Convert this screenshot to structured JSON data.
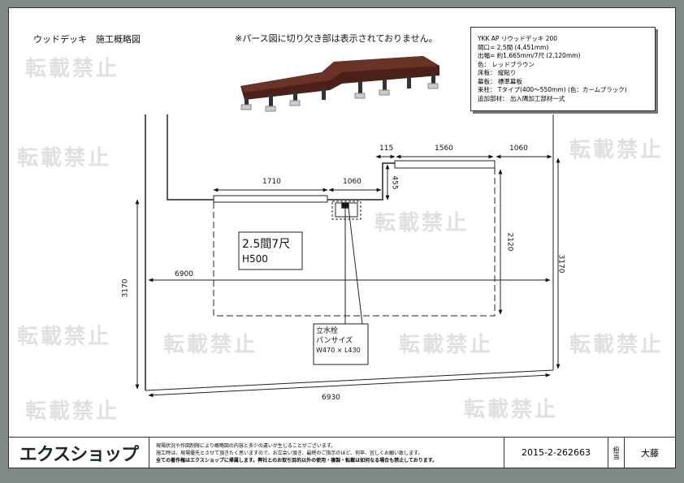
{
  "title": "ウッドデッキ　施工概略図",
  "note": "※パース図に切り欠き部は表示されておりません。",
  "watermark": "転載禁止",
  "spec": [
    "YKK AP リウッドデッキ 200",
    "間口= 2.5間 (4,451mm)",
    "出幅= 約1,665mm/7尺 (2,120mm)",
    "色： レッドブラウン",
    "床板： 縦貼り",
    "幕板： 標準幕板",
    "束柱： Tタイプ(400～550mm) (色：カームブラック)",
    "追加部材： 出入隅加工部材一式"
  ],
  "dims": {
    "d1710": "1710",
    "d1060a": "1060",
    "d115": "115",
    "d1560": "1560",
    "d1060b": "1060",
    "d455": "455",
    "d2120": "2120",
    "d3170l": "3170",
    "d3170r": "3170",
    "d6900": "6900",
    "d6930": "6930"
  },
  "deck_label": {
    "size": "2.5間7尺",
    "height": "H500"
  },
  "faucet": {
    "line1": "立水栓",
    "line2": "パンサイズ",
    "line3": "W470 × L430"
  },
  "footer": {
    "logo": "エクスショップ",
    "notes": [
      "現場状況や作図制限により概略図の内容と多少の違いが生じることがございます。",
      "施工時は、現場優先とさせて頂きたく思いますので、お立会い頂き、最終のご指示のほど、何卒、宜しくお願い致します。",
      "全ての著作権はエクスショップに帰属します。弊社とのお取引目的以外の使用・複製・転載は如何なる場合も禁止しております。"
    ],
    "number": "2015-2-262663",
    "staff_label": "担当",
    "staff": "大藤"
  }
}
